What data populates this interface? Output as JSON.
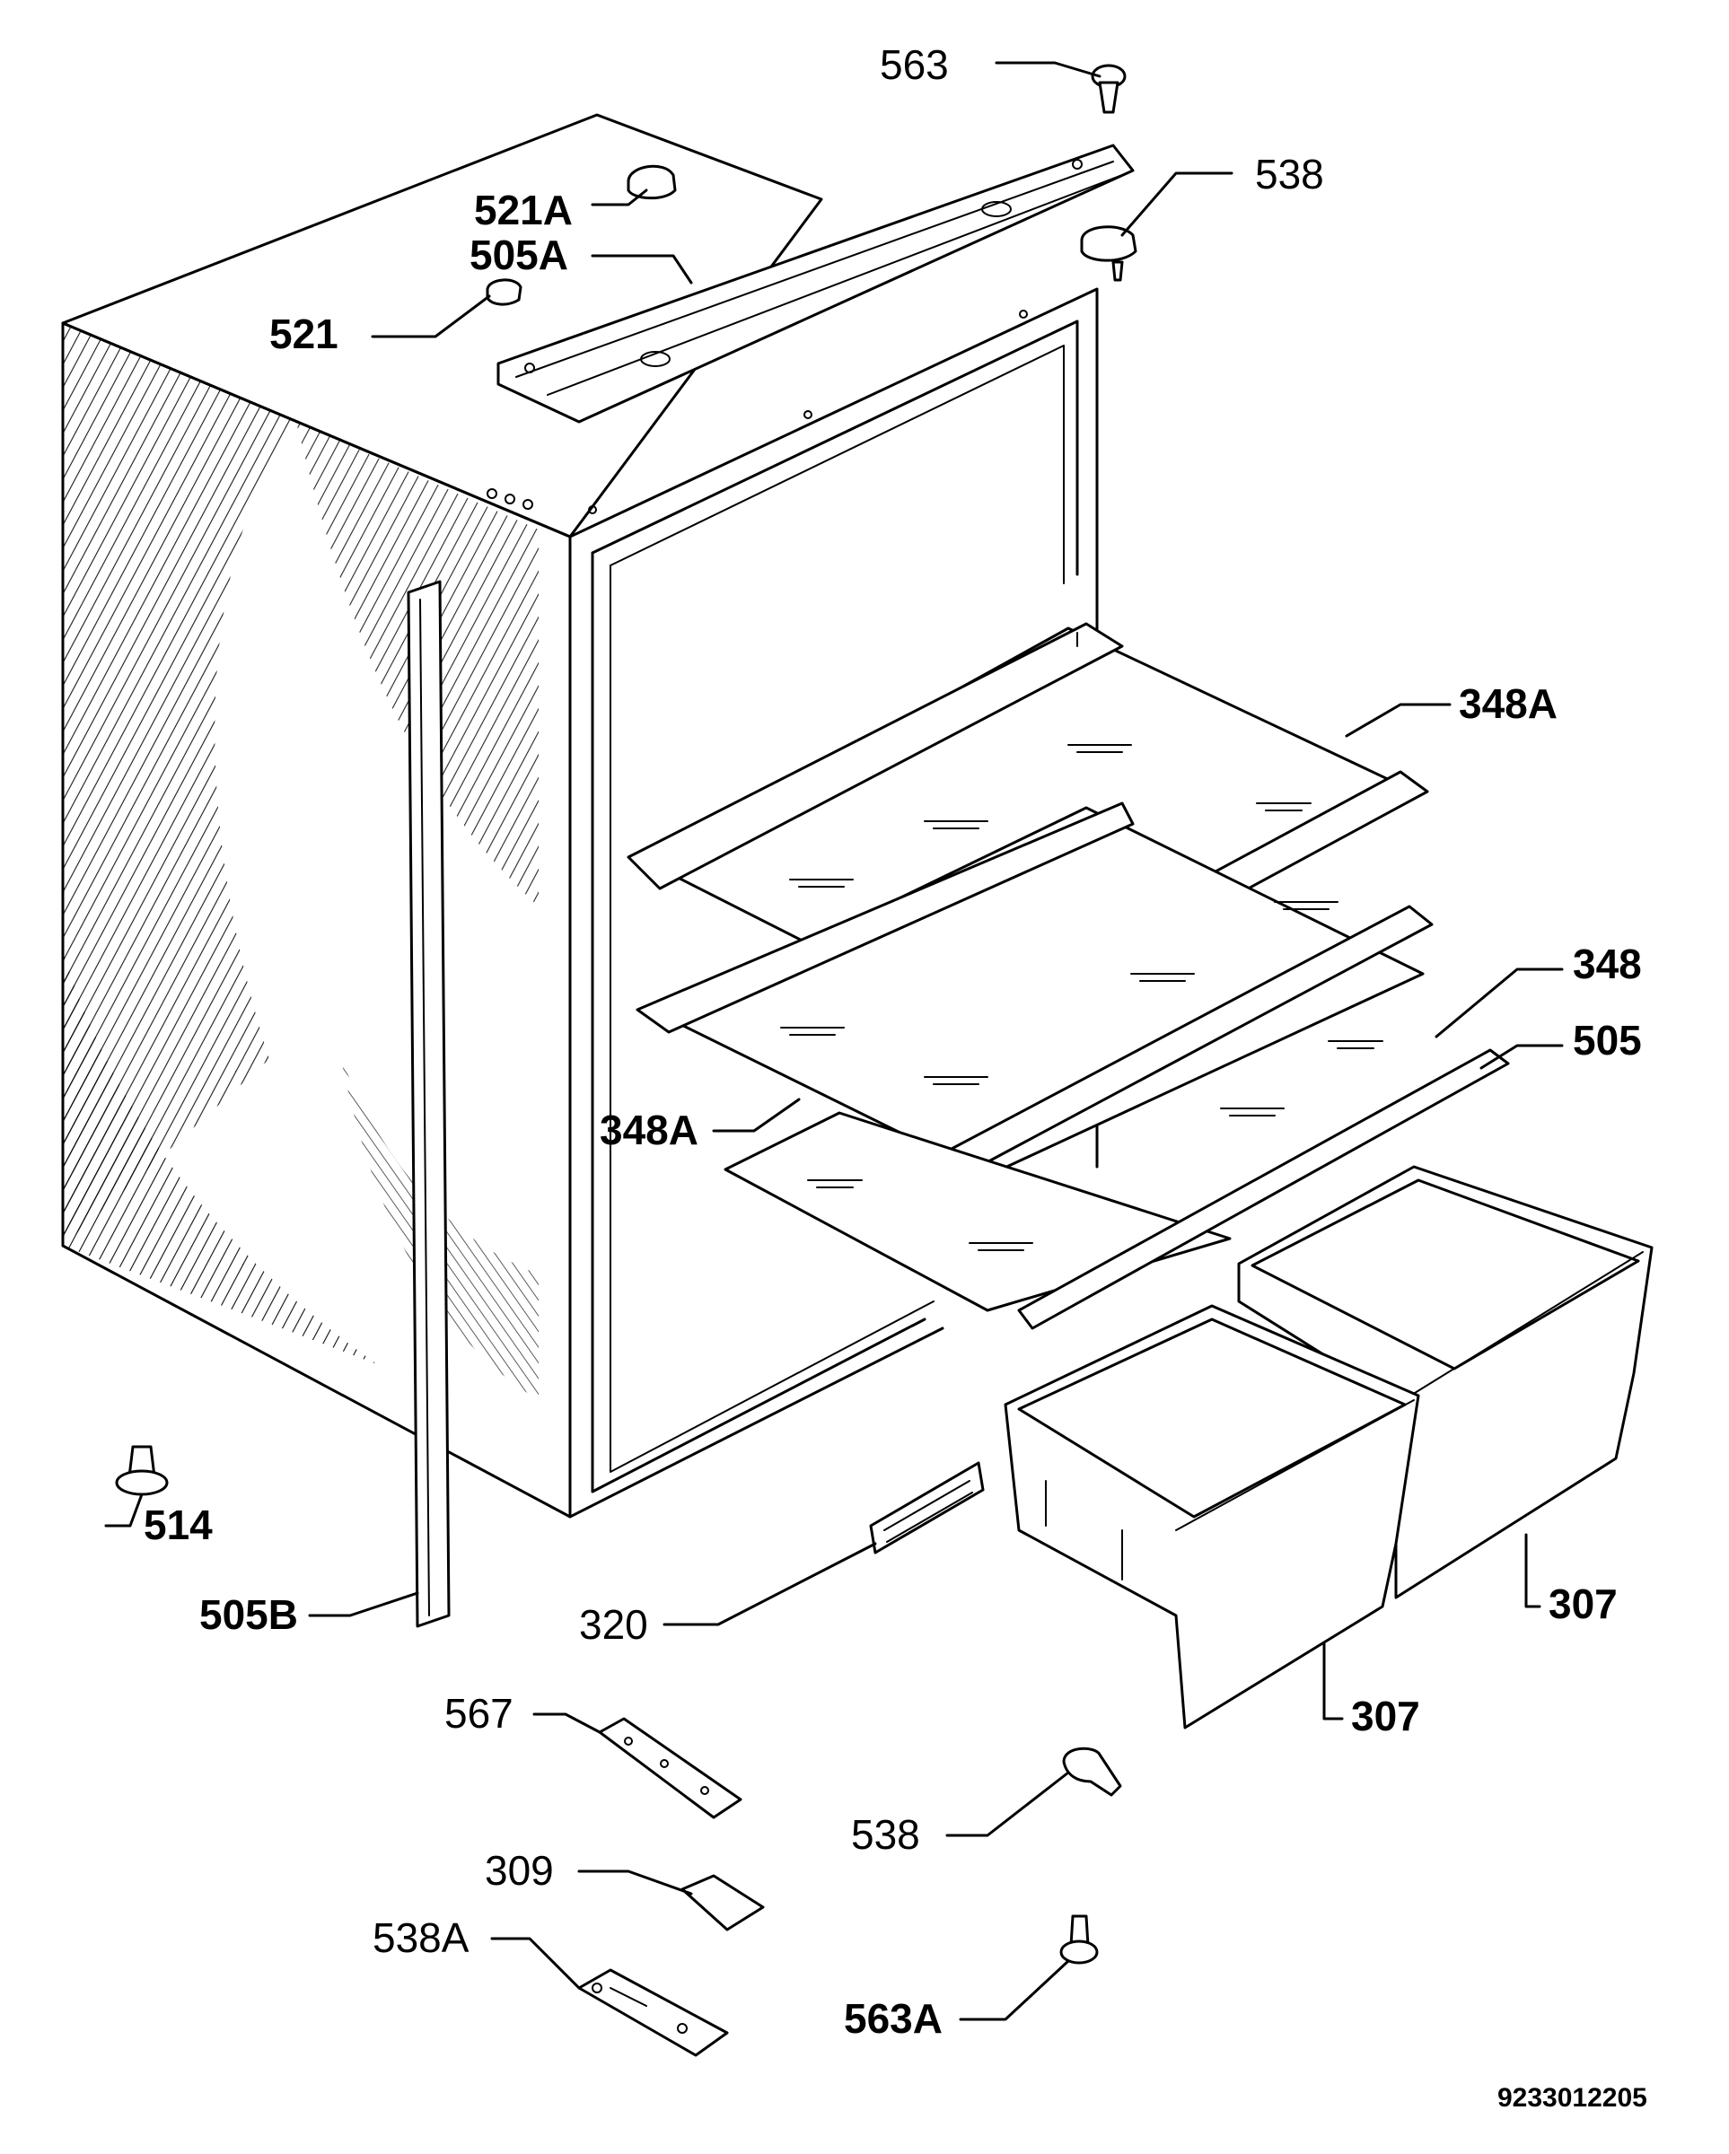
{
  "labels": {
    "l563": "563",
    "l538_top": "538",
    "l521A": "521A",
    "l505A": "505A",
    "l521": "521",
    "l348A_top": "348A",
    "l348": "348",
    "l505": "505",
    "l348A_mid": "348A",
    "l514": "514",
    "l505B": "505B",
    "l320": "320",
    "l307_right": "307",
    "l307_front": "307",
    "l567": "567",
    "l538_bottom": "538",
    "l309": "309",
    "l538A": "538A",
    "l563A": "563A"
  },
  "drawing_code": "9233012205"
}
